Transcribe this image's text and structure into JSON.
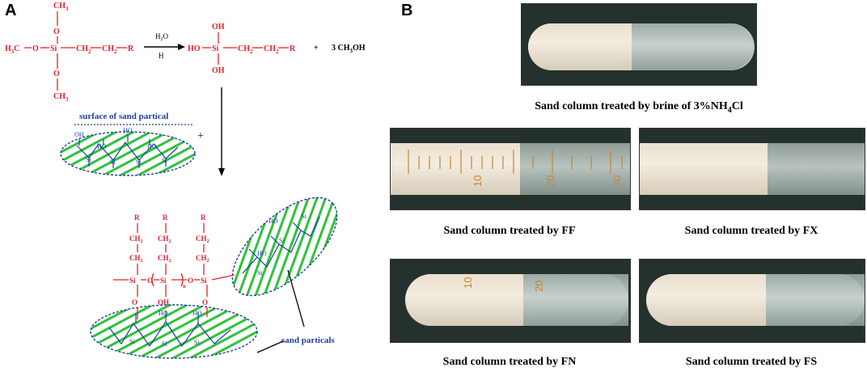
{
  "panel_a": {
    "letter": "A",
    "reaction": {
      "ch3": "CH",
      "three": "3",
      "h3c": "H",
      "c3": "3",
      "c": "C",
      "o": "O",
      "si": "Si",
      "ch2": "CH",
      "two": "2",
      "r": "R",
      "h2o": "H",
      "h2o_sub": "2",
      "h2o_o": "O",
      "h_plus": "H",
      "plus_sign": "+",
      "ho": "HO",
      "oh": "OH",
      "methanol": "3 CH",
      "methanol_end": "OH",
      "n": "n"
    },
    "surface_label": "surface of sand partical",
    "sand_label": "sand particals"
  },
  "panel_b": {
    "letter": "B",
    "captions": {
      "brine": "Sand column treated by brine of 3%NH",
      "brine_sub": "4",
      "brine_end": "Cl",
      "ff": "Sand column treated by FF",
      "fx": "Sand column treated by FX",
      "fn": "Sand column treated by FN",
      "fs": "Sand column treated by FS"
    },
    "scale_ticks": [
      "10",
      "20",
      "30"
    ],
    "scale_ticks_fn": [
      "10",
      "20"
    ]
  },
  "colors": {
    "red": "#e8202a",
    "blue": "#1f3f9e",
    "green": "#2fc23b",
    "black": "#000000"
  }
}
